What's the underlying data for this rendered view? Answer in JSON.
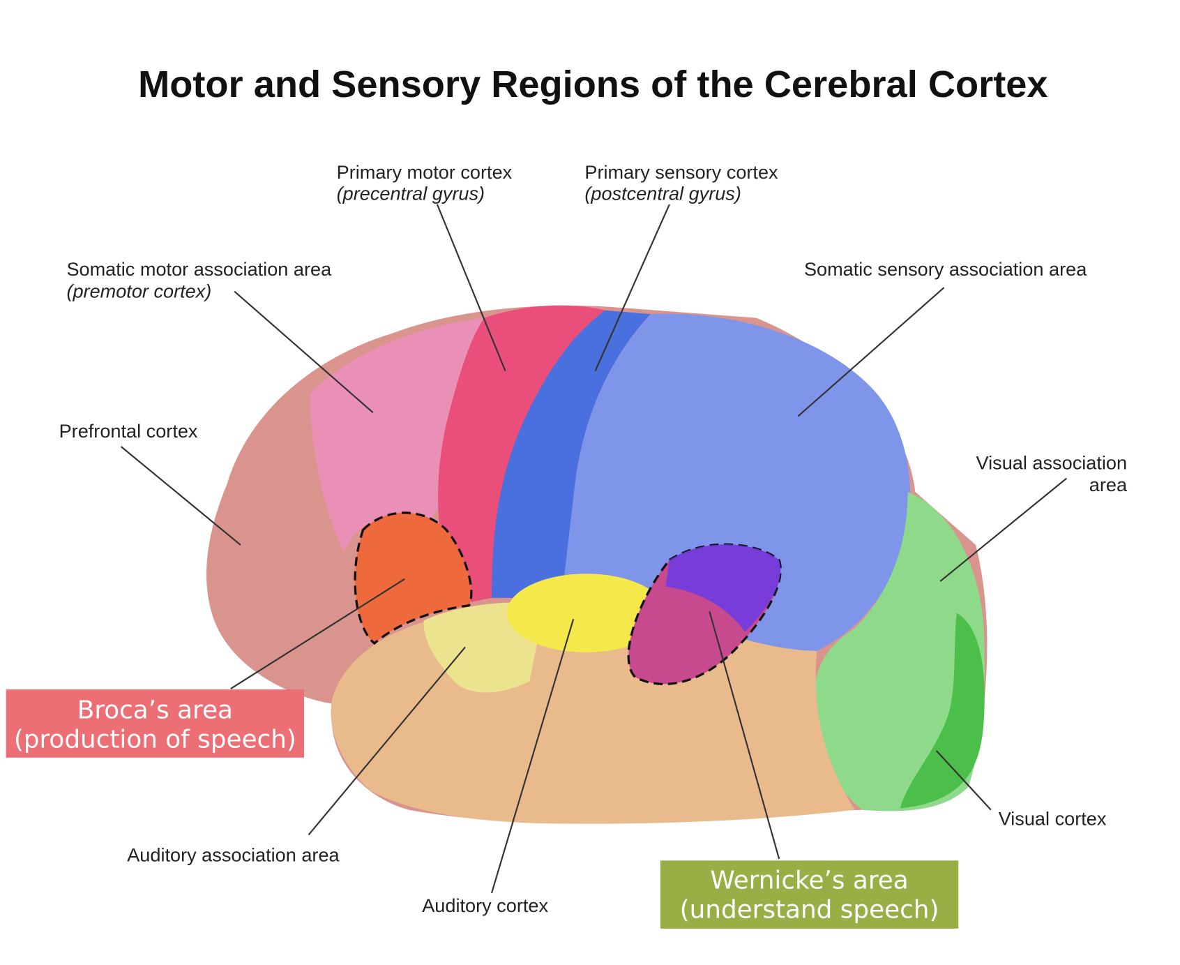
{
  "title": "Motor and Sensory Regions of the Cerebral Cortex",
  "labels": {
    "primary_motor": "Primary motor cortex",
    "primary_motor_sub": "(precentral gyrus)",
    "primary_sensory": "Primary sensory cortex",
    "primary_sensory_sub": "(postcentral gyrus)",
    "somatic_motor": "Somatic motor association area",
    "somatic_motor_sub": "(premotor cortex)",
    "somatic_sensory": "Somatic sensory association area",
    "prefrontal": "Prefrontal cortex",
    "visual_assoc_1": "Visual association",
    "visual_assoc_2": "area",
    "visual_cortex": "Visual cortex",
    "auditory_assoc": "Auditory association area",
    "auditory_cortex": "Auditory cortex"
  },
  "callouts": {
    "broca_1": "Broca’s area",
    "broca_2": "(production of speech)",
    "wernicke_1": "Wernicke’s area",
    "wernicke_2": "(understand speech)"
  },
  "colors": {
    "broca_box": "#ec6f75",
    "wernicke_box": "#9aae46"
  }
}
